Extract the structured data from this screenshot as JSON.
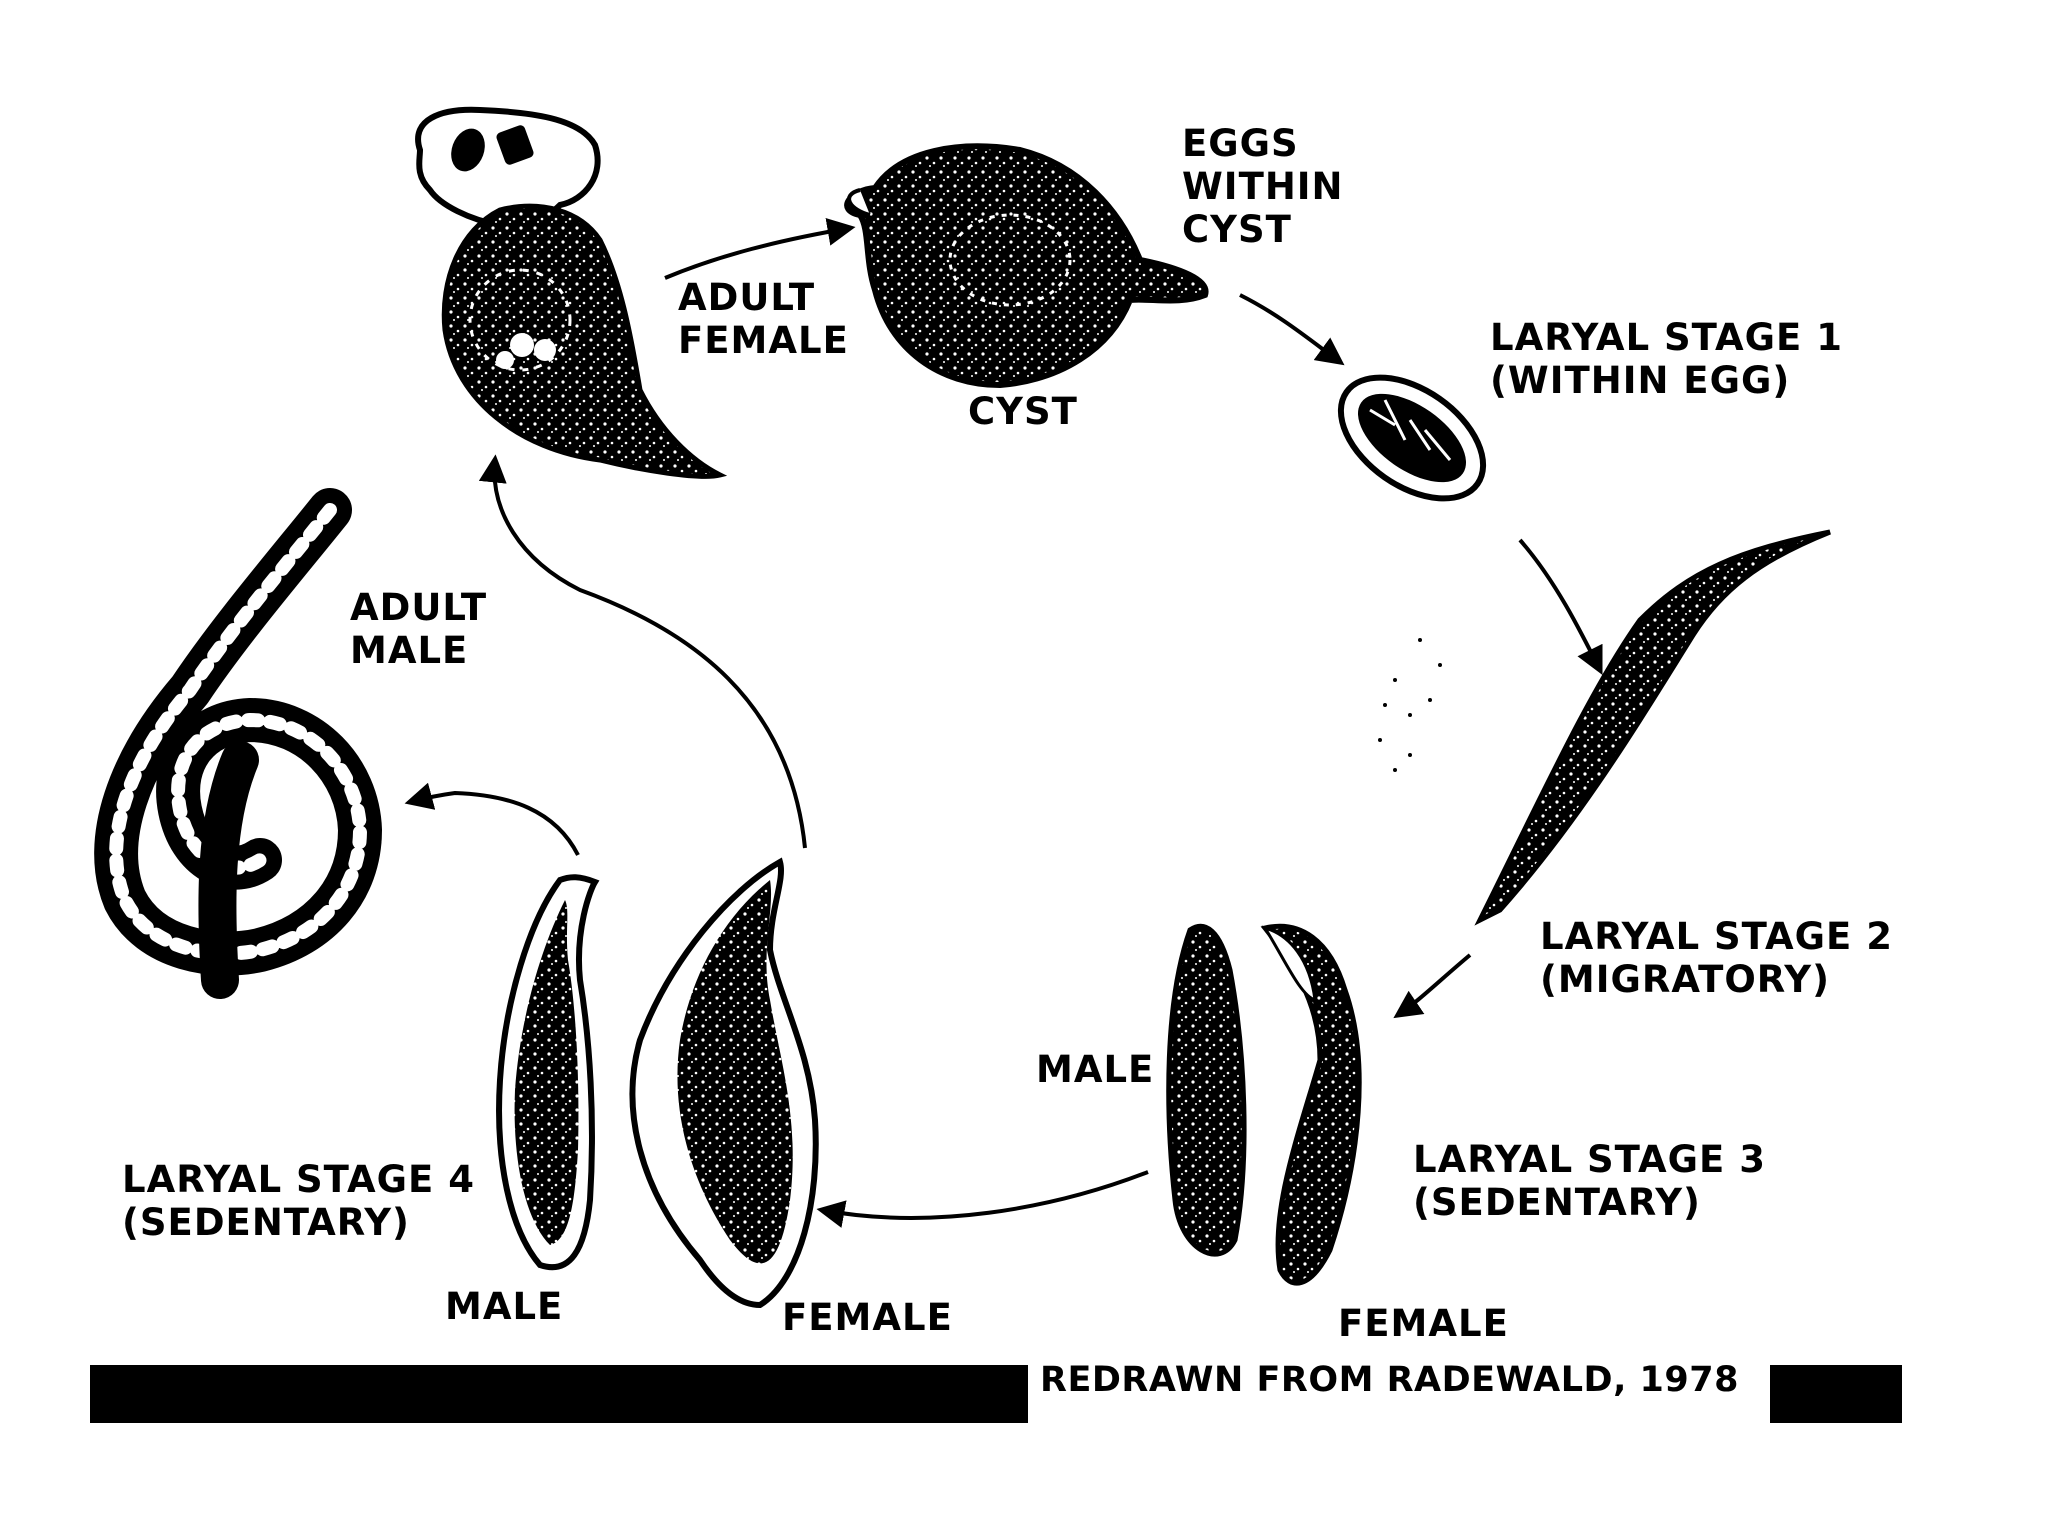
{
  "labels": {
    "adult_female": [
      "ADULT",
      "FEMALE"
    ],
    "eggs_within_cyst": [
      "EGGS",
      "WITHIN",
      "CYST"
    ],
    "cyst": "CYST",
    "larval_stage_1": [
      "LARYAL STAGE 1",
      "(WITHIN EGG)"
    ],
    "larval_stage_2": [
      "LARYAL STAGE 2",
      "(MIGRATORY)"
    ],
    "larval_stage_3": [
      "LARYAL STAGE 3",
      "(SEDENTARY)"
    ],
    "stage3_male": "MALE",
    "stage3_female": "FEMALE",
    "larval_stage_4": [
      "LARYAL STAGE 4",
      "(SEDENTARY)"
    ],
    "stage4_male": "MALE",
    "stage4_female": "FEMALE",
    "adult_male": [
      "ADULT",
      "MALE"
    ]
  },
  "credit": "REDRAWN FROM RADEWALD, 1978",
  "colors": {
    "ink": "#000000",
    "paper": "#ffffff"
  }
}
